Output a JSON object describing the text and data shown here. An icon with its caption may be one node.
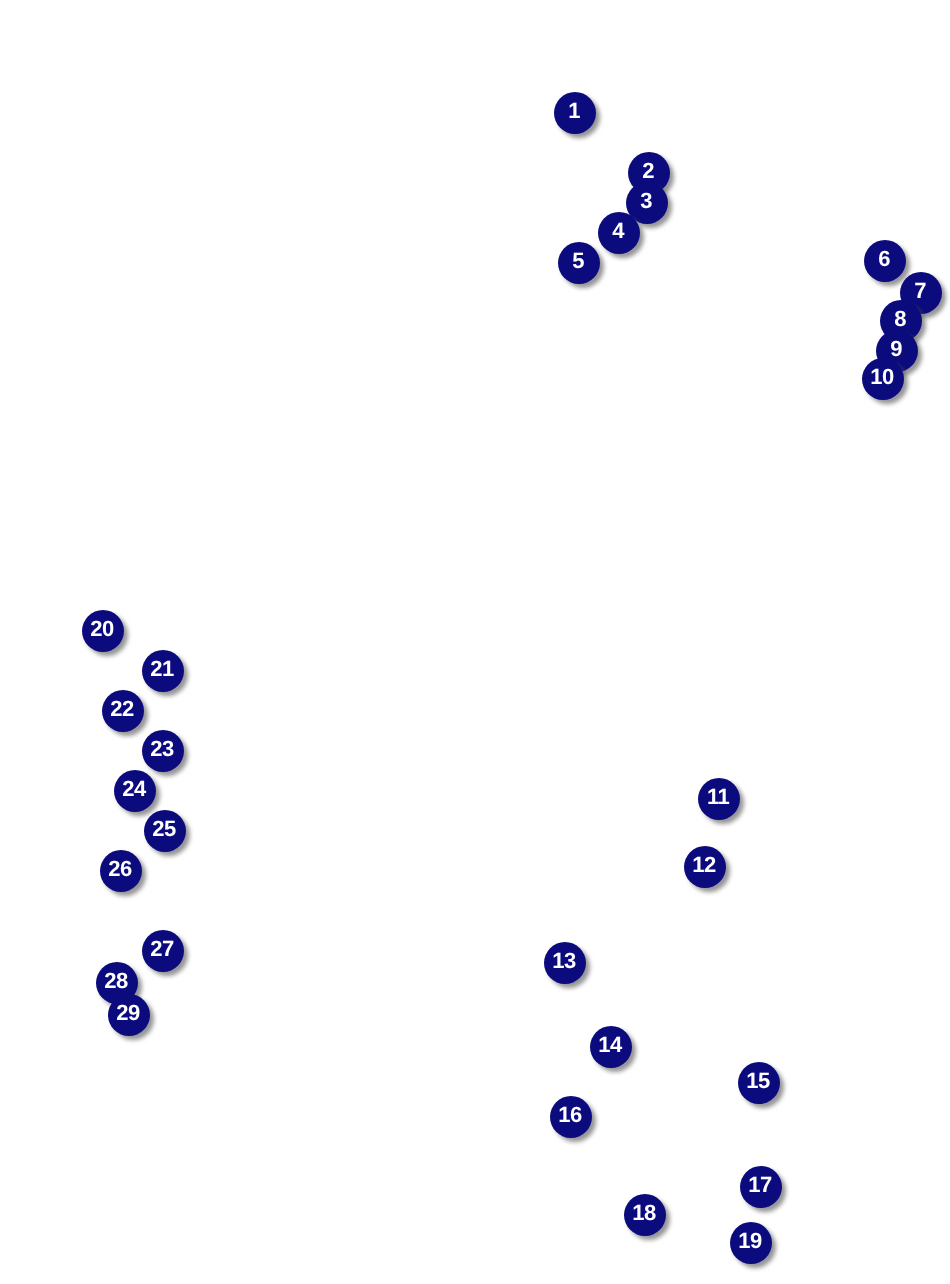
{
  "diagram": {
    "labels": [
      "1",
      "2",
      "3",
      "4",
      "5",
      "6",
      "7",
      "8",
      "9",
      "10",
      "11",
      "12",
      "13",
      "14",
      "15",
      "16",
      "17",
      "18",
      "19",
      "20",
      "21",
      "22",
      "23",
      "24",
      "25",
      "26",
      "27",
      "28",
      "29"
    ]
  }
}
